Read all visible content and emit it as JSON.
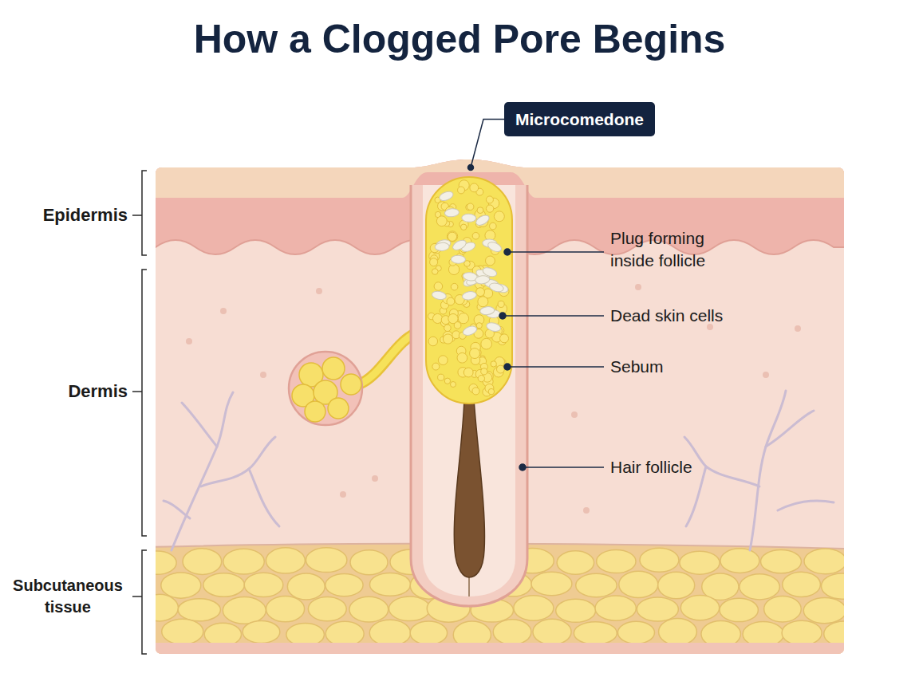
{
  "diagram": {
    "title": "How a Clogged Pore Begins",
    "nodes": [
      {
        "text": [
          "Microcomedone"
        ]
      }
    ],
    "labels": [
      "Epidermis",
      "Dermis",
      "Subcutaneous tissue",
      "Plug forming inside follicle",
      "Dead skin cells",
      "Sebum",
      "Hair follicle"
    ]
  }
}
